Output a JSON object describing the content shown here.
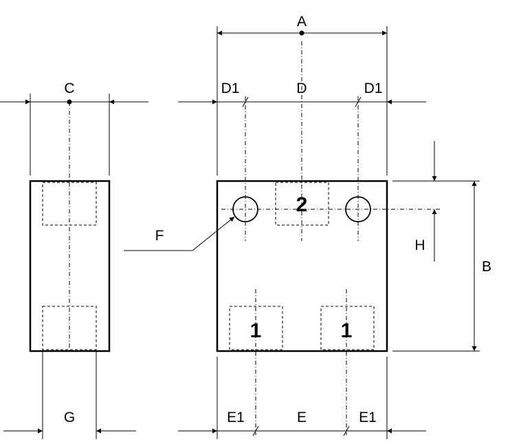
{
  "labels": {
    "A": "A",
    "B": "B",
    "C": "C",
    "D": "D",
    "D1_left": "D1",
    "D1_right": "D1",
    "E": "E",
    "E1_left": "E1",
    "E1_right": "E1",
    "F": "F",
    "G": "G",
    "H": "H"
  },
  "pads": {
    "top": "2",
    "bottom_left": "1",
    "bottom_right": "1"
  }
}
